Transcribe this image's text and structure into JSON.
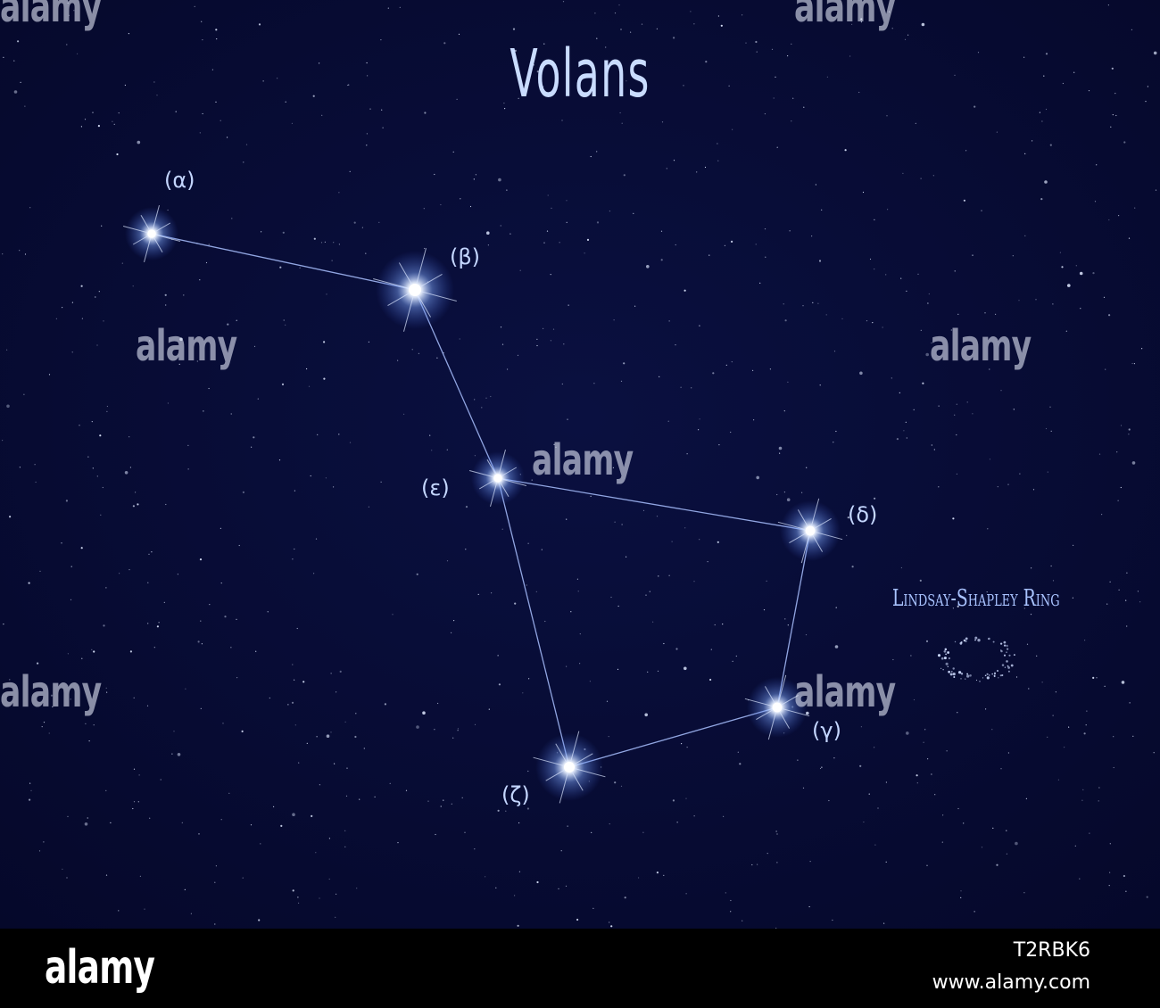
{
  "title": "Volans",
  "stars": [
    {
      "id": "alpha",
      "label": "(α)"
    },
    {
      "id": "beta",
      "label": "(β)"
    },
    {
      "id": "epsilon",
      "label": "(ε)"
    },
    {
      "id": "delta",
      "label": "(δ)"
    },
    {
      "id": "gamma",
      "label": "(γ)"
    },
    {
      "id": "zeta",
      "label": "(ζ)"
    }
  ],
  "connections": [
    [
      "alpha",
      "beta"
    ],
    [
      "beta",
      "epsilon"
    ],
    [
      "epsilon",
      "delta"
    ],
    [
      "delta",
      "gamma"
    ],
    [
      "gamma",
      "zeta"
    ],
    [
      "zeta",
      "epsilon"
    ]
  ],
  "ring_label": "Lindsay-Shapley Ring",
  "watermark": "alamy",
  "footer": {
    "logo": "alamy",
    "image_id": "T2RBK6",
    "site": "www.alamy.com"
  },
  "colors": {
    "sky": "#070b2c",
    "line": "#a9c0ff",
    "star_glow": "#7fa8ff",
    "text": "#c4d6ff"
  }
}
